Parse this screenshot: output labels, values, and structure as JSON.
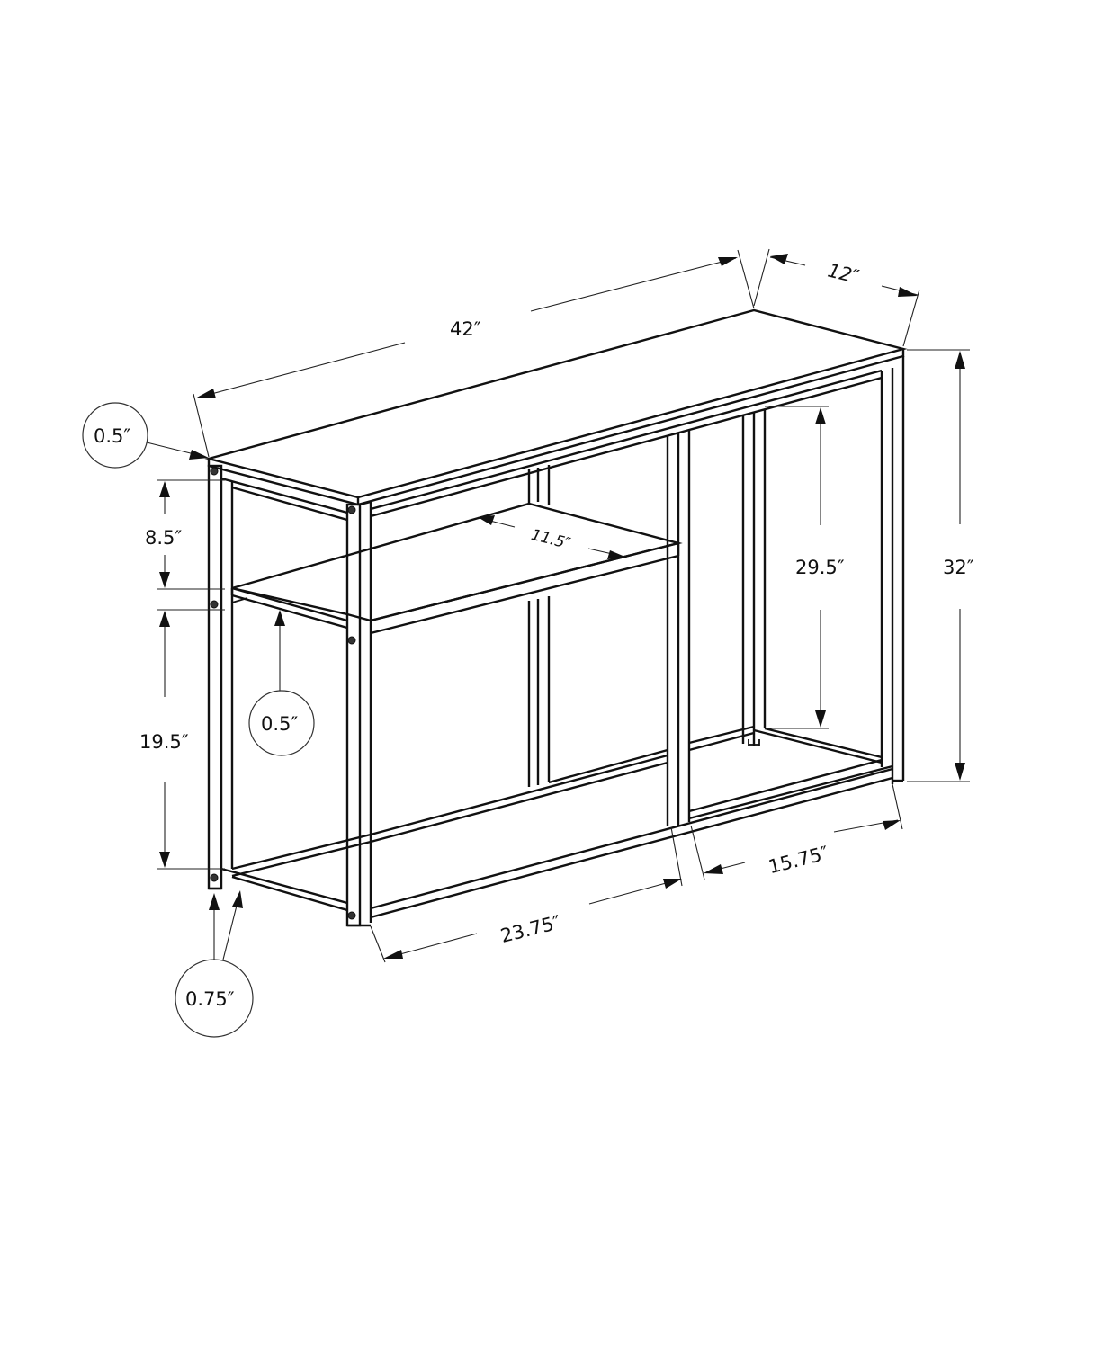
{
  "diagram": {
    "subject": "Console table dimension drawing",
    "background": "#ffffff",
    "line_color": "#111111",
    "dimensions": {
      "width": "42″",
      "depth": "12″",
      "height": "32″",
      "top_thickness": "0.5″",
      "shelf_clearance_top": "8.5″",
      "shelf_thickness": "0.5″",
      "shelf_clearance_bottom": "19.5″",
      "shelf_depth": "11.5″",
      "open_section_height": "29.5″",
      "left_section_width": "23.75″",
      "right_section_width": "15.75″",
      "leg_thickness": "0.75″"
    }
  }
}
